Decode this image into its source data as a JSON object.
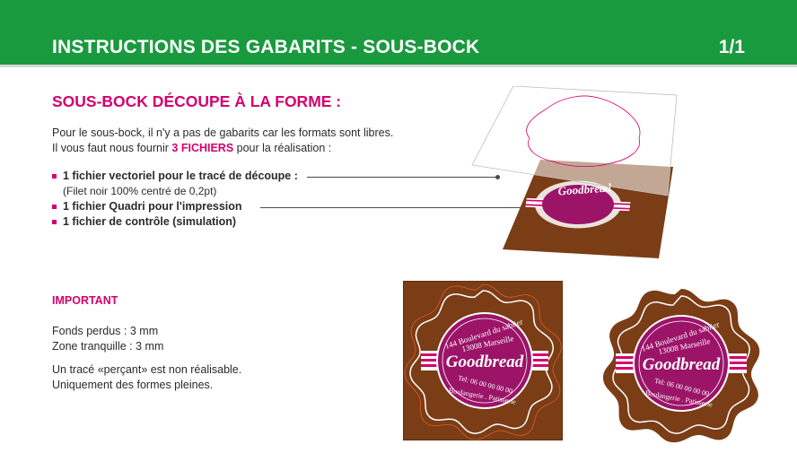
{
  "header": {
    "title": "INSTRUCTIONS DES GABARITS - SOUS-BOCK",
    "page": "1/1"
  },
  "section": {
    "title": "SOUS-BOCK DÉCOUPE À LA FORME :"
  },
  "intro": {
    "line1": "Pour le sous-bock, il n'y a pas de gabarits car les formats sont libres.",
    "line2_pre": "Il vous faut nous fournir ",
    "line2_highlight": "3 FICHIERS",
    "line2_post": " pour la réalisation :"
  },
  "bullets": [
    {
      "label": "1 fichier vectoriel pour le tracé de découpe :",
      "sub": "(Filet noir 100% centré de 0,2pt)"
    },
    {
      "label": "1 fichier Quadri pour l'impression"
    },
    {
      "label": "1 fichier de contrôle (simulation)"
    }
  ],
  "important": {
    "title": "IMPORTANT",
    "line1": "Fonds perdus : 3 mm",
    "line2": "Zone tranquille : 3 mm",
    "line3": "Un tracé «perçant» est non réalisable.",
    "line4": "Uniquement des formes pleines."
  },
  "coaster": {
    "brand": "Goodbread",
    "address_top": "144 Boulevard du sablier",
    "address_city": "13008 Marseille",
    "phone": "Tel: 06 00 00 00 00",
    "tagline": "Boulangerie . Patisserie",
    "colors": {
      "brown": "#7a3d16",
      "magenta": "#9b1468",
      "pink": "#d4006e",
      "green": "#1a9a3e"
    }
  }
}
